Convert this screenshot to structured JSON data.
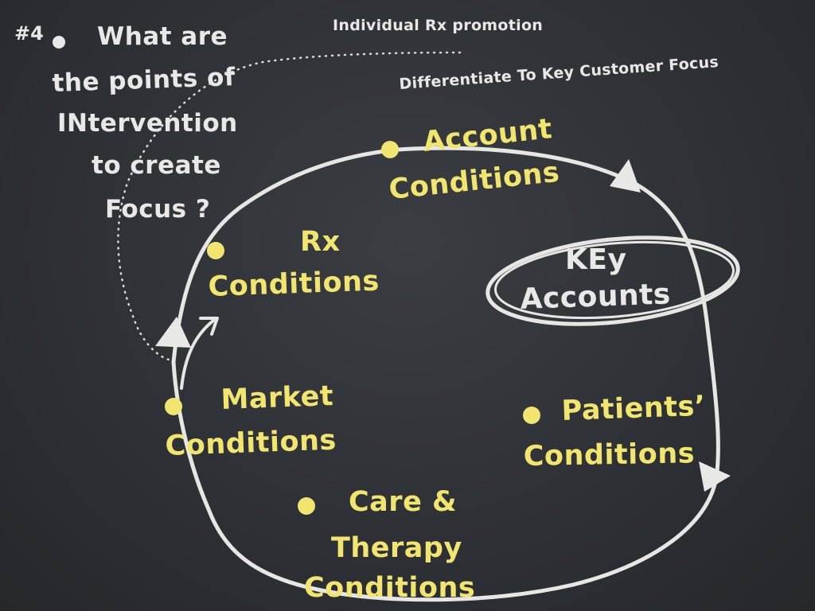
{
  "question": {
    "number": "#4",
    "lines": [
      "What are",
      "the points of",
      "INtervention",
      "to create",
      "Focus ?"
    ]
  },
  "notes": {
    "top": "Individual Rx promotion",
    "second": "Differentiate To Key Customer Focus"
  },
  "nodes": {
    "account": [
      "Account",
      "Conditions"
    ],
    "rx": [
      "Rx",
      "Conditions"
    ],
    "market": [
      "Market",
      "Conditions"
    ],
    "care": [
      "Care &",
      "Therapy",
      "Conditions"
    ],
    "patients": [
      "Patients’",
      "Conditions"
    ]
  },
  "center": [
    "KEy",
    "Accounts"
  ],
  "colors": {
    "board": "#2e3136",
    "chalk_white": "#e8e8e6",
    "chalk_yellow": "#f1e56f"
  }
}
